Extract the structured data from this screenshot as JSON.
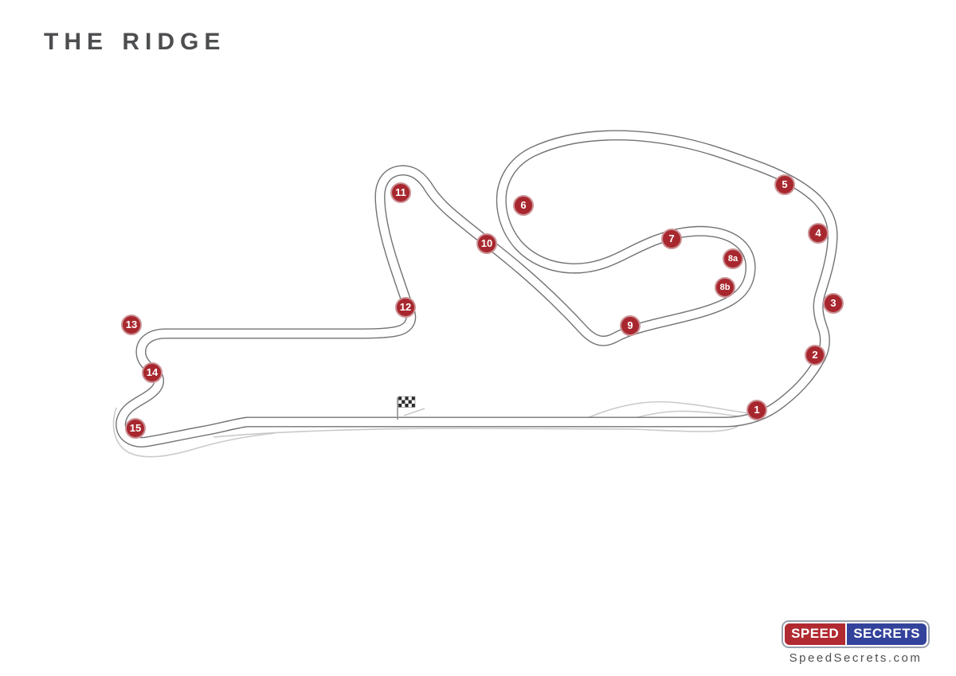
{
  "title": "THE RIDGE",
  "track": {
    "name": "THE RIDGE",
    "turns": [
      {
        "label": "1"
      },
      {
        "label": "2"
      },
      {
        "label": "3"
      },
      {
        "label": "4"
      },
      {
        "label": "5"
      },
      {
        "label": "6"
      },
      {
        "label": "7"
      },
      {
        "label": "8a"
      },
      {
        "label": "8b"
      },
      {
        "label": "9"
      },
      {
        "label": "10"
      },
      {
        "label": "11"
      },
      {
        "label": "12"
      },
      {
        "label": "13"
      },
      {
        "label": "14"
      },
      {
        "label": "15"
      }
    ],
    "marker_color": "#a8272e",
    "track_line_color": "#727376",
    "alt_line_color": "#c9cacc",
    "start_finish_icon": "checkered-flag"
  },
  "branding": {
    "badge": {
      "left_text": "SPEED",
      "right_text": "SECRETS",
      "left_color": "#b22a31",
      "right_color": "#33439b"
    },
    "website": "SpeedSecrets.com"
  }
}
